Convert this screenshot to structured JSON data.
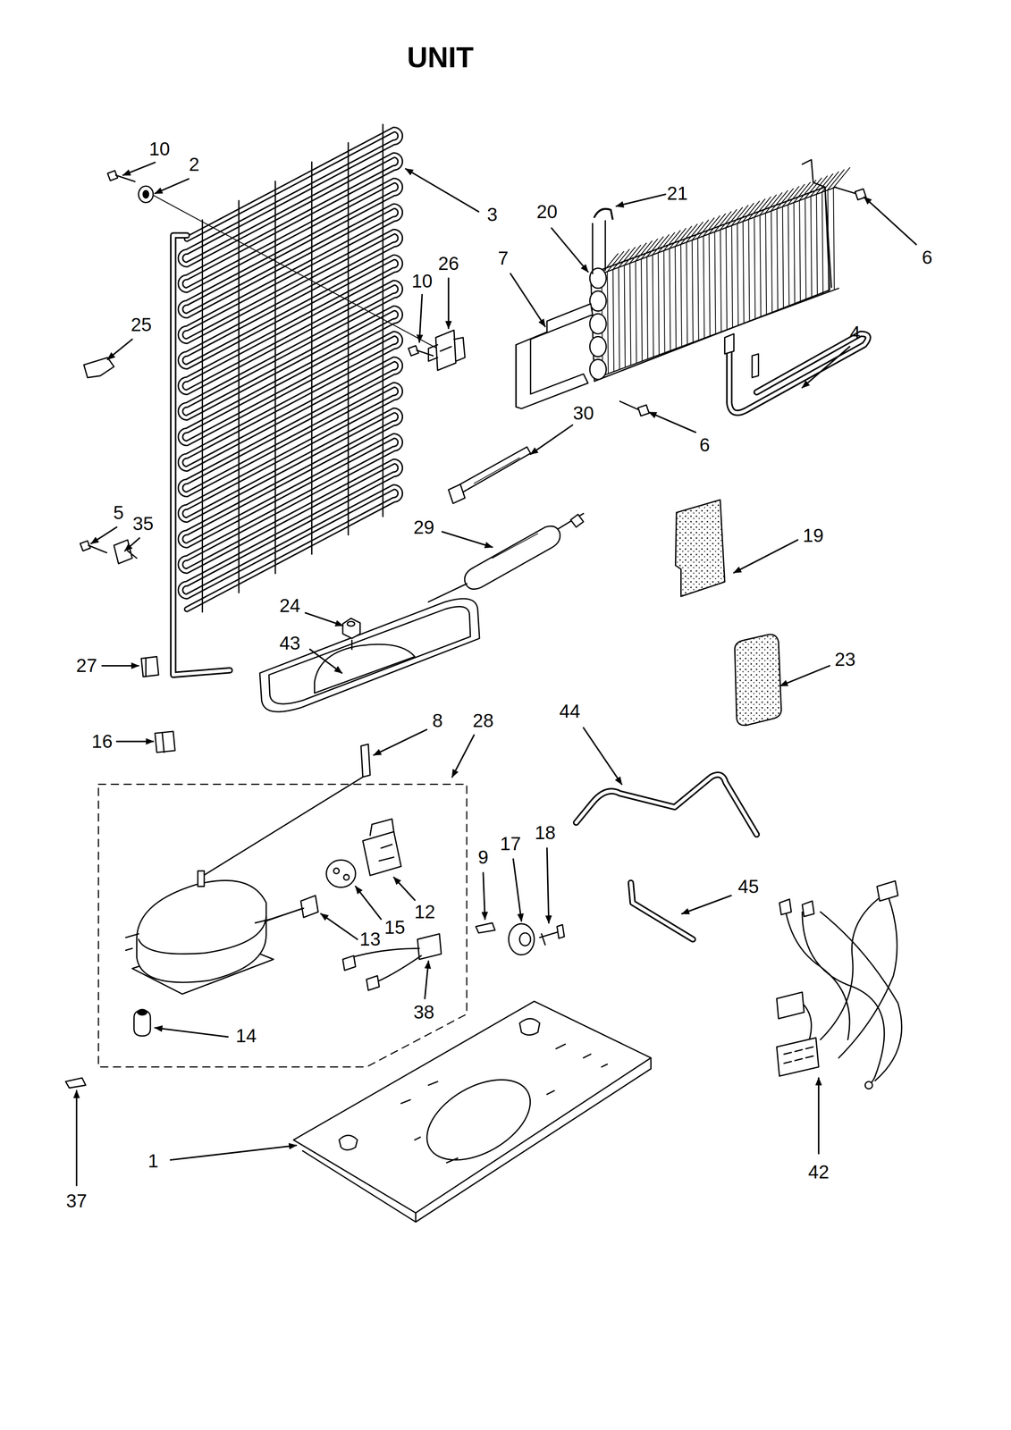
{
  "diagram": {
    "title": "UNIT",
    "labels": [
      "10",
      "2",
      "3",
      "21",
      "20",
      "6",
      "7",
      "26",
      "10",
      "25",
      "4",
      "30",
      "6",
      "5",
      "35",
      "29",
      "19",
      "24",
      "43",
      "23",
      "27",
      "44",
      "8",
      "28",
      "16",
      "18",
      "17",
      "9",
      "45",
      "12",
      "15",
      "13",
      "38",
      "14",
      "1",
      "42",
      "37"
    ]
  }
}
